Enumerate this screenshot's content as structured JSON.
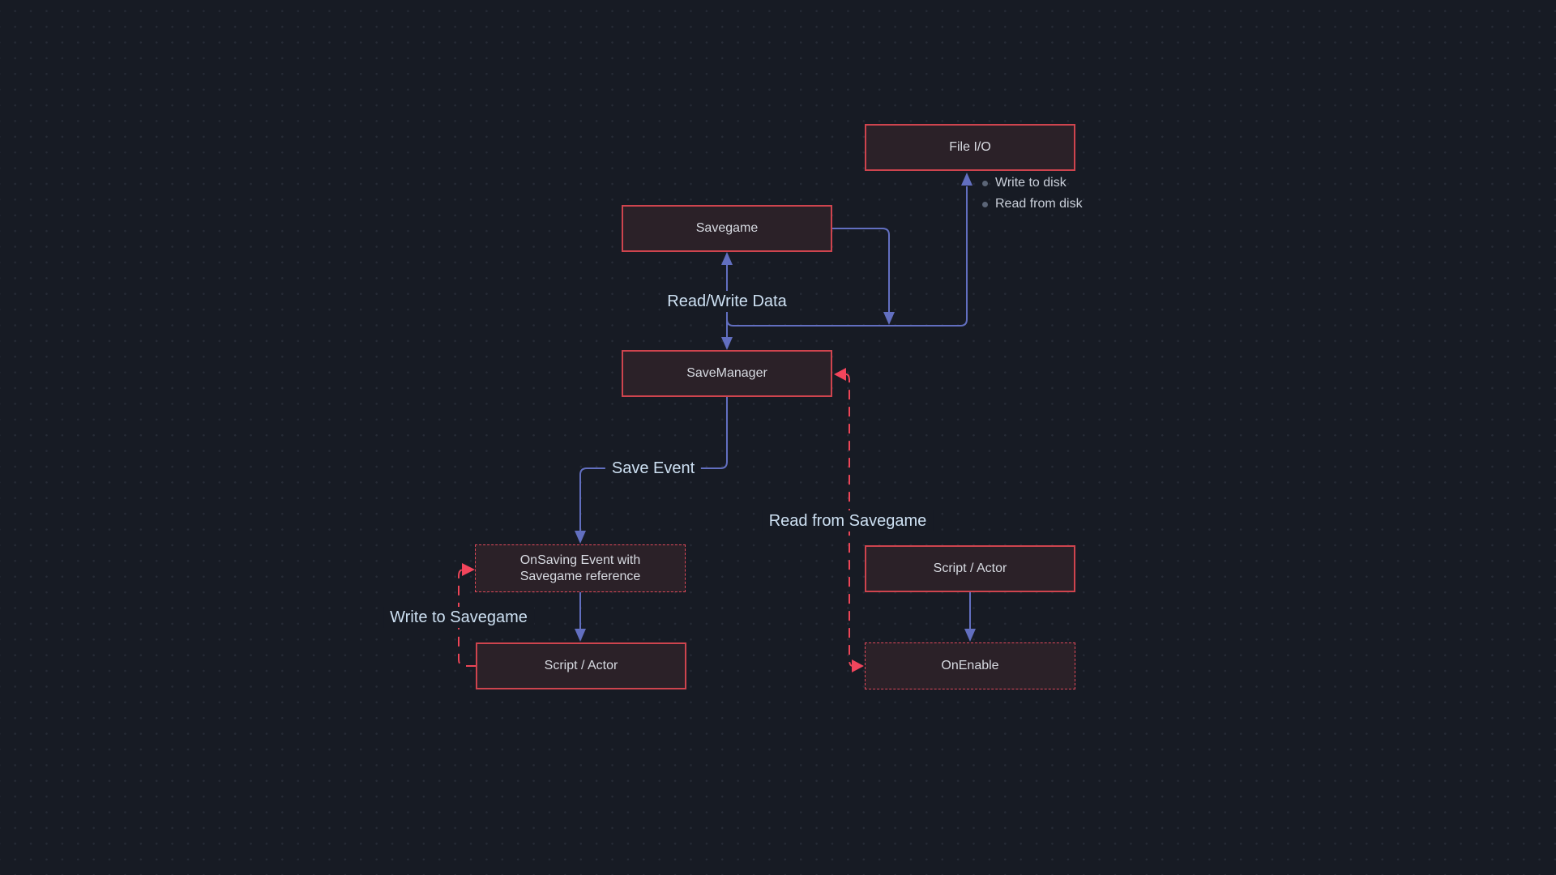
{
  "canvas": {
    "type": "diagram-dot-grid-canvas",
    "background": "#171b24",
    "dot_color": "#262b36"
  },
  "colors": {
    "node_fill": "#2b2128",
    "node_border_solid": "#ce444e",
    "node_border_dashed": "#e0495a",
    "edge_blue": "#626fc0",
    "edge_red_dashed": "#ed4557",
    "arrowhead_red": "#f2455c",
    "node_text": "#d7dae1",
    "edge_label_text": "#cde0f2",
    "bullet_text": "#c9cfd9",
    "bullet_dot": "#5b6577"
  },
  "nodes": [
    {
      "id": "file-io",
      "label": "File I/O",
      "style": "solid"
    },
    {
      "id": "savegame",
      "label": "Savegame",
      "style": "solid"
    },
    {
      "id": "save-manager",
      "label": "SaveManager",
      "style": "solid"
    },
    {
      "id": "onsaving-event",
      "label_line1": "OnSaving Event with",
      "label_line2": "Savegame reference",
      "style": "dashed"
    },
    {
      "id": "script-actor-left",
      "label": "Script / Actor",
      "style": "solid"
    },
    {
      "id": "script-actor-right",
      "label": "Script / Actor",
      "style": "solid"
    },
    {
      "id": "onenable",
      "label": "OnEnable",
      "style": "dashed"
    }
  ],
  "edge_labels": {
    "read_write_data": "Read/Write Data",
    "save_event": "Save Event",
    "write_to_savegame": "Write to Savegame",
    "read_from_savegame": "Read from Savegame"
  },
  "annotations": {
    "bullets": [
      "Write to disk",
      "Read from disk"
    ]
  }
}
